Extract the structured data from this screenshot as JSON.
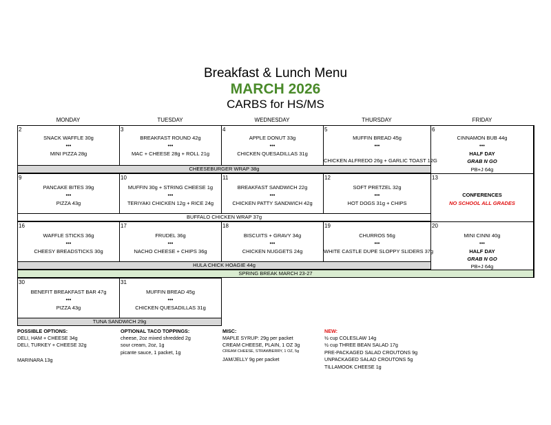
{
  "title": "Breakfast & Lunch Menu",
  "month": "MARCH 2026",
  "subtitle": "CARBS for HS/MS",
  "days": [
    "MONDAY",
    "TUESDAY",
    "WEDNESDAY",
    "THURSDAY",
    "FRIDAY"
  ],
  "dots": "•••",
  "week1": {
    "mon": {
      "num": "2",
      "l1": "SNACK WAFFLE 30g",
      "l2": "MINI PIZZA 28g"
    },
    "tue": {
      "num": "3",
      "l1": "BREAKFAST ROUND 42g",
      "l2": "MAC + CHEESE 28g + ROLL 21g"
    },
    "wed": {
      "num": "4",
      "l1": "APPLE DONUT 33g",
      "l2": "CHICKEN QUESADILLAS 31g"
    },
    "thu": {
      "num": "5",
      "l1": "MUFFIN BREAD 45g",
      "l2": "CHICKEN ALFREDO 26g + GARLIC TOAST 12G"
    },
    "fri": {
      "num": "6",
      "l1": "CINNAMON BUB 44g",
      "l2": "HALF DAY",
      "l3": "GRAB N GO",
      "l4": "PB+J 64g"
    },
    "bar": "CHEESEBURGER WRAP 38g"
  },
  "week2": {
    "mon": {
      "num": "9",
      "l1": "PANCAKE BITES 39g",
      "l2": "PIZZA 43g"
    },
    "tue": {
      "num": "10",
      "l1": "MUFFIN 30g + STRING CHEESE 1g",
      "l2": "TERIYAKI CHICKEN 12g + RICE 24g"
    },
    "wed": {
      "num": "11",
      "l1": "BREAKFAST SANDWICH 22g",
      "l2": "CHICKEN PATTY SANDWICH 42g"
    },
    "thu": {
      "num": "12",
      "l1": "SOFT PRETZEL 32g",
      "l2": "HOT DOGS 31g + CHIPS"
    },
    "fri": {
      "num": "13",
      "l1": "CONFERENCES",
      "l2": "NO SCHOOL ALL GRADES"
    },
    "bar": "BUFFALO CHICKEN WRAP 37g"
  },
  "week3": {
    "mon": {
      "num": "16",
      "l1": "WAFFLE STICKS 36g",
      "l2": "CHEESY BREADSTICKS 30g"
    },
    "tue": {
      "num": "17",
      "l1": "FRUDEL 36g",
      "l2": "NACHO CHEESE + CHIPS 36g"
    },
    "wed": {
      "num": "18",
      "l1": "BISCUITS + GRAVY 34g",
      "l2": "CHICKEN NUGGETS 24g"
    },
    "thu": {
      "num": "19",
      "l1": "CHURROS 56g",
      "l2": "WHITE CASTLE DUPE SLOPPY SLIDERS 37g"
    },
    "fri": {
      "num": "20",
      "l1": "MINI CINNI 40g",
      "l2": "HALF DAY",
      "l3": "GRAB N GO",
      "l4": "PB+J 64g"
    },
    "bar": "HULA CHICK HOAGIE 44g"
  },
  "spring_break": "SPRING BREAK MARCH 23-27",
  "week5": {
    "mon": {
      "num": "30",
      "l1": "BENEFIT BREAKFAST BAR 47g",
      "l2": "PIZZA 43g"
    },
    "tue": {
      "num": "31",
      "l1": "MUFFIN BREAD 45g",
      "l2": "CHICKEN QUESADILLAS 31g"
    },
    "bar": "TUNA SANDWICH 29g"
  },
  "footer": {
    "possible": {
      "head": "POSSIBLE OPTIONS:",
      "l1": "DELI, HAM + CHEESE 34g",
      "l2": "DELI, TURKEY + CHEESE 32g",
      "l3": "MARINARA 13g"
    },
    "taco": {
      "head": "OPTIONAL TACO TOPPINGS:",
      "l1": "cheese, 2oz mixed shredded 2g",
      "l2": "sour cream, 2oz, 1g",
      "l3": "picante sauce, 1 packet, 1g"
    },
    "misc": {
      "head": "MISC:",
      "l1": "MAPLE SYRUP: 29g per packet",
      "l2": "CREAM CHEESE, PLAIN, 1 OZ 3g",
      "l3": "CREAM CHEESE, STRAWBERRY, 1 OZ, 5g",
      "l4": "JAM/JELLY 9g per packet"
    },
    "new": {
      "head": "NEW:",
      "l1": "½ cup COLESLAW 14g",
      "l2": "½ cup THREE BEAN SALAD 17g",
      "l3": "PRE-PACKAGED SALAD CROUTONS 9g",
      "l4": "UNPACKAGED SALAD CROUTONS 5g",
      "l5": "TILLAMOOK CHEESE 1g"
    }
  },
  "colors": {
    "month": "#4a8a2a",
    "alert": "#e01010",
    "bar": "#d8d8d8",
    "spring": "#d9ecd0"
  }
}
